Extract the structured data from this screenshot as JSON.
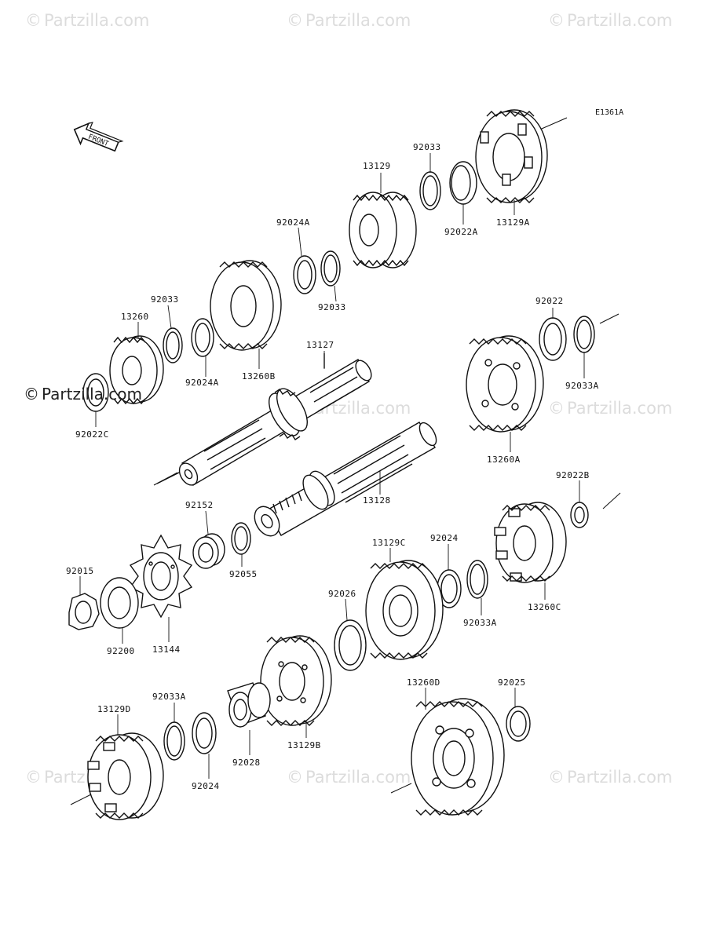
{
  "watermark": {
    "symbol": "©",
    "text": "Partzilla.com"
  },
  "diagram_code": "E1361A",
  "front_label": "FRONT",
  "parts": [
    {
      "id": "13129A",
      "label": "13129A"
    },
    {
      "id": "92022A",
      "label": "92022A"
    },
    {
      "id": "92033-top",
      "label": "92033"
    },
    {
      "id": "13129",
      "label": "13129"
    },
    {
      "id": "92024A-top",
      "label": "92024A"
    },
    {
      "id": "92033-mid",
      "label": "92033"
    },
    {
      "id": "13260B",
      "label": "13260B"
    },
    {
      "id": "92024A-left",
      "label": "92024A"
    },
    {
      "id": "92033-left",
      "label": "92033"
    },
    {
      "id": "13260",
      "label": "13260"
    },
    {
      "id": "92022C",
      "label": "92022C"
    },
    {
      "id": "13127",
      "label": "13127"
    },
    {
      "id": "13128",
      "label": "13128"
    },
    {
      "id": "92022",
      "label": "92022"
    },
    {
      "id": "92033A-right",
      "label": "92033A"
    },
    {
      "id": "13260A",
      "label": "13260A"
    },
    {
      "id": "92022B",
      "label": "92022B"
    },
    {
      "id": "13260C",
      "label": "13260C"
    },
    {
      "id": "92033A-mid",
      "label": "92033A"
    },
    {
      "id": "92024-mid",
      "label": "92024"
    },
    {
      "id": "13129C",
      "label": "13129C"
    },
    {
      "id": "92026",
      "label": "92026"
    },
    {
      "id": "92152",
      "label": "92152"
    },
    {
      "id": "92055",
      "label": "92055"
    },
    {
      "id": "92015",
      "label": "92015"
    },
    {
      "id": "92200",
      "label": "92200"
    },
    {
      "id": "13144",
      "label": "13144"
    },
    {
      "id": "13260D",
      "label": "13260D"
    },
    {
      "id": "92025",
      "label": "92025"
    },
    {
      "id": "13129B",
      "label": "13129B"
    },
    {
      "id": "92028",
      "label": "92028"
    },
    {
      "id": "92033A-low",
      "label": "92033A"
    },
    {
      "id": "92024-low",
      "label": "92024"
    },
    {
      "id": "13129D",
      "label": "13129D"
    }
  ]
}
